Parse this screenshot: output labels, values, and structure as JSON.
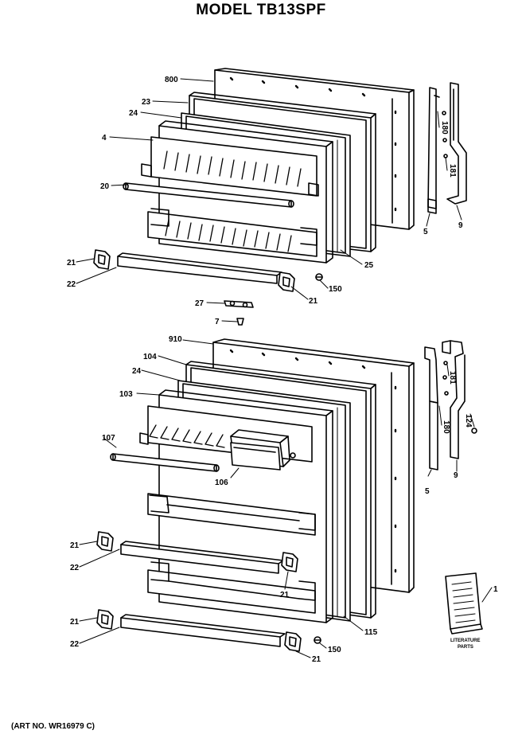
{
  "title": "MODEL TB13SPF",
  "art_no": "(ART NO. WR16979 C)",
  "literature_label_1": "LITERATURE",
  "literature_label_2": "PARTS",
  "callouts": {
    "upper_door": "800",
    "upper_gasket": "23",
    "upper_liner_a": "24",
    "upper_inner_door": "4",
    "upper_shelf_rail": "20",
    "upper_left_cap": "21",
    "upper_bar": "22",
    "upper_right_cap": "21",
    "upper_screw": "150",
    "upper_liner_b": "25",
    "stop": "27",
    "plug": "7",
    "upper_hinge_screws": "180",
    "upper_hinge_pins": "181",
    "upper_hinge_left": "5",
    "upper_hinge_right": "9",
    "lower_door": "910",
    "lower_gasket": "104",
    "lower_liner": "24",
    "lower_inner_door": "103",
    "lower_shelf_rail": "107",
    "dairy_door": "106",
    "lower_cap_1": "21",
    "lower_bar_1": "22",
    "lower_cap_1r": "21",
    "lower_cap_2": "21",
    "lower_bar_2": "22",
    "lower_cap_2r": "21",
    "lower_screw": "150",
    "lower_liner_b": "115",
    "lower_hinge_pins": "181",
    "lower_hinge_screws": "180",
    "lower_hinge_left": "5",
    "lower_hinge_right": "9",
    "lower_hinge_part": "124",
    "literature": "1"
  }
}
